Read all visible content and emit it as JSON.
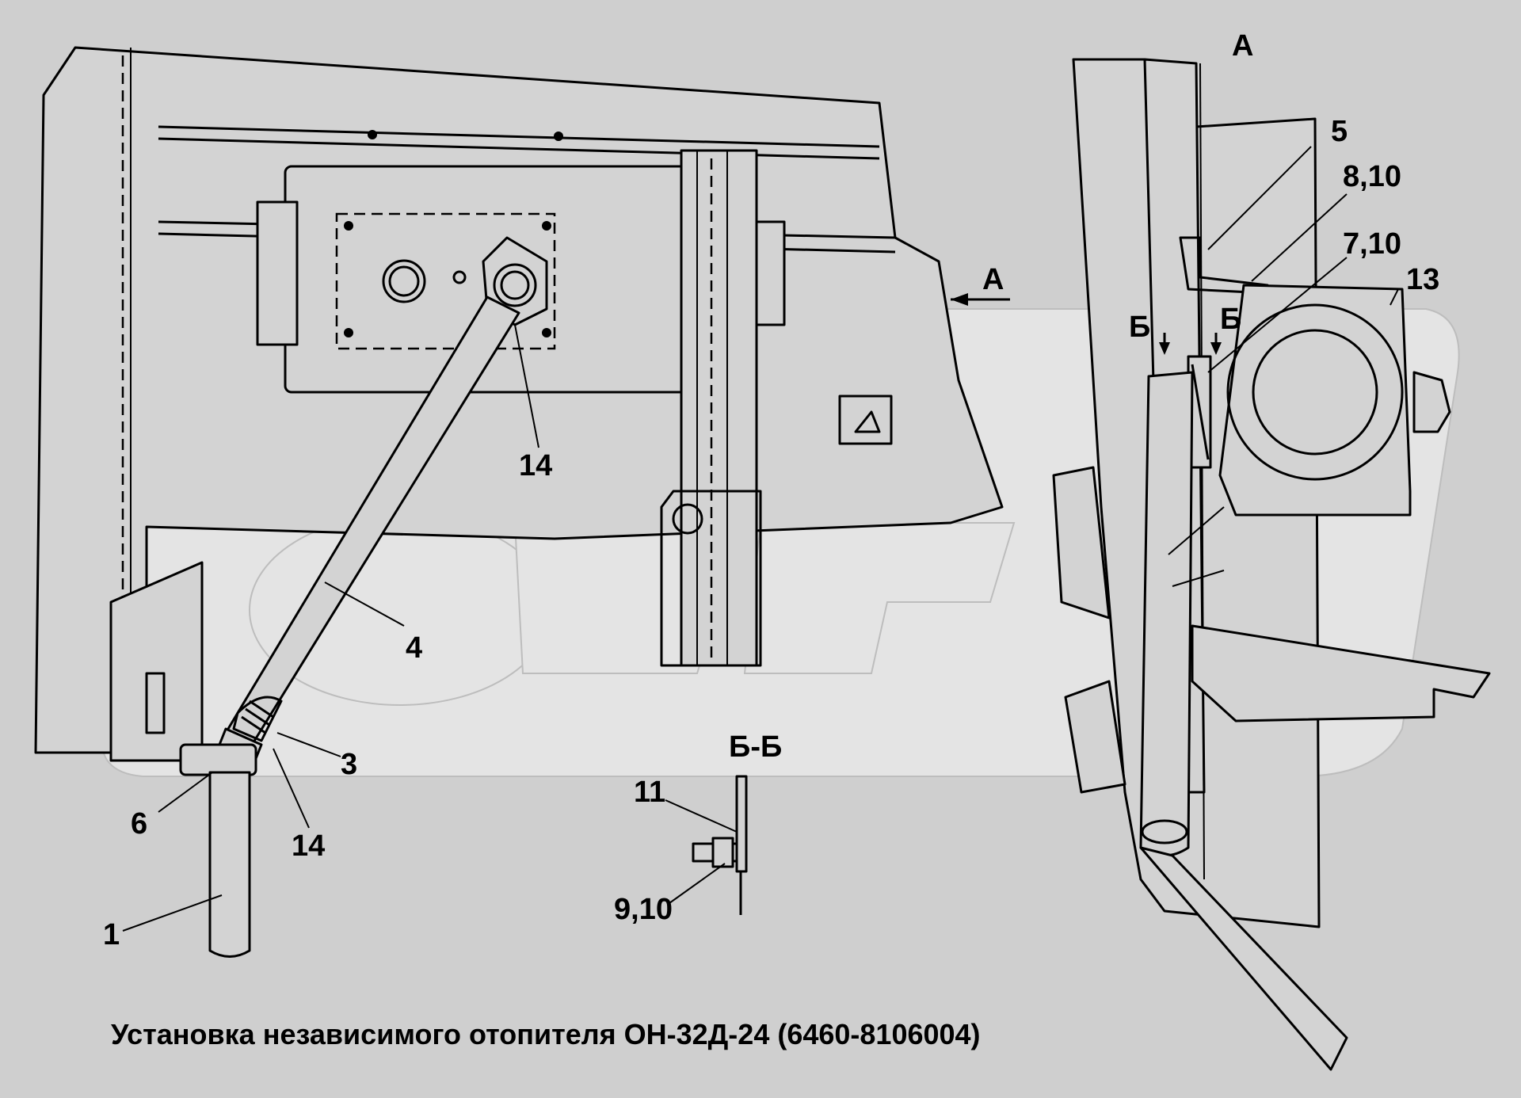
{
  "caption": "Установка независимого отопителя ОН-32Д-24 (6460-8106004)",
  "view_labels": {
    "view_a_title": "А",
    "view_a_arrow": "А",
    "section_mark_left": "Б",
    "section_mark_right": "Б",
    "section_title": "Б-Б"
  },
  "callouts": {
    "c1": "1",
    "c3": "3",
    "c4": "4",
    "c5": "5",
    "c6": "6",
    "c8_10": "8,10",
    "c7_10": "7,10",
    "c9_10": "9,10",
    "c11": "11",
    "c13": "13",
    "c14_top": "14",
    "c14_bottom": "14"
  },
  "colors": {
    "background": "#cfcfcf",
    "line": "#000000",
    "watermark": "#e4e4e4"
  }
}
